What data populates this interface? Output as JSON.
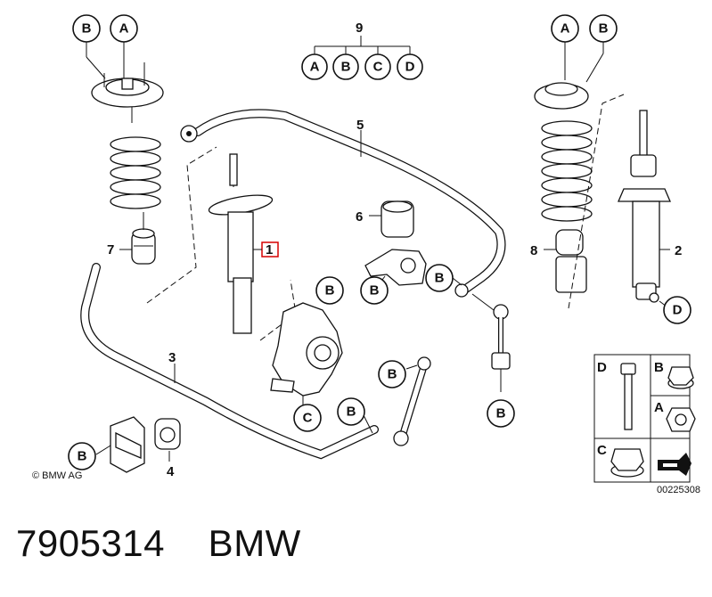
{
  "diagram": {
    "copyright": "© BMW AG",
    "image_number": "00225308",
    "part_numbers": {
      "n1": "1",
      "n2": "2",
      "n3": "3",
      "n4": "4",
      "n5": "5",
      "n6": "6",
      "n7": "7",
      "n8": "8",
      "n9": "9"
    },
    "kit_letters": {
      "a": "A",
      "b": "B",
      "c": "C",
      "d": "D"
    },
    "legend_letters": {
      "d": "D",
      "b": "B",
      "a": "A",
      "c": "C"
    },
    "highlighted_part": "1"
  },
  "caption": {
    "part_number": "7905314",
    "brand": "BMW",
    "text": "7905314    BMW"
  }
}
